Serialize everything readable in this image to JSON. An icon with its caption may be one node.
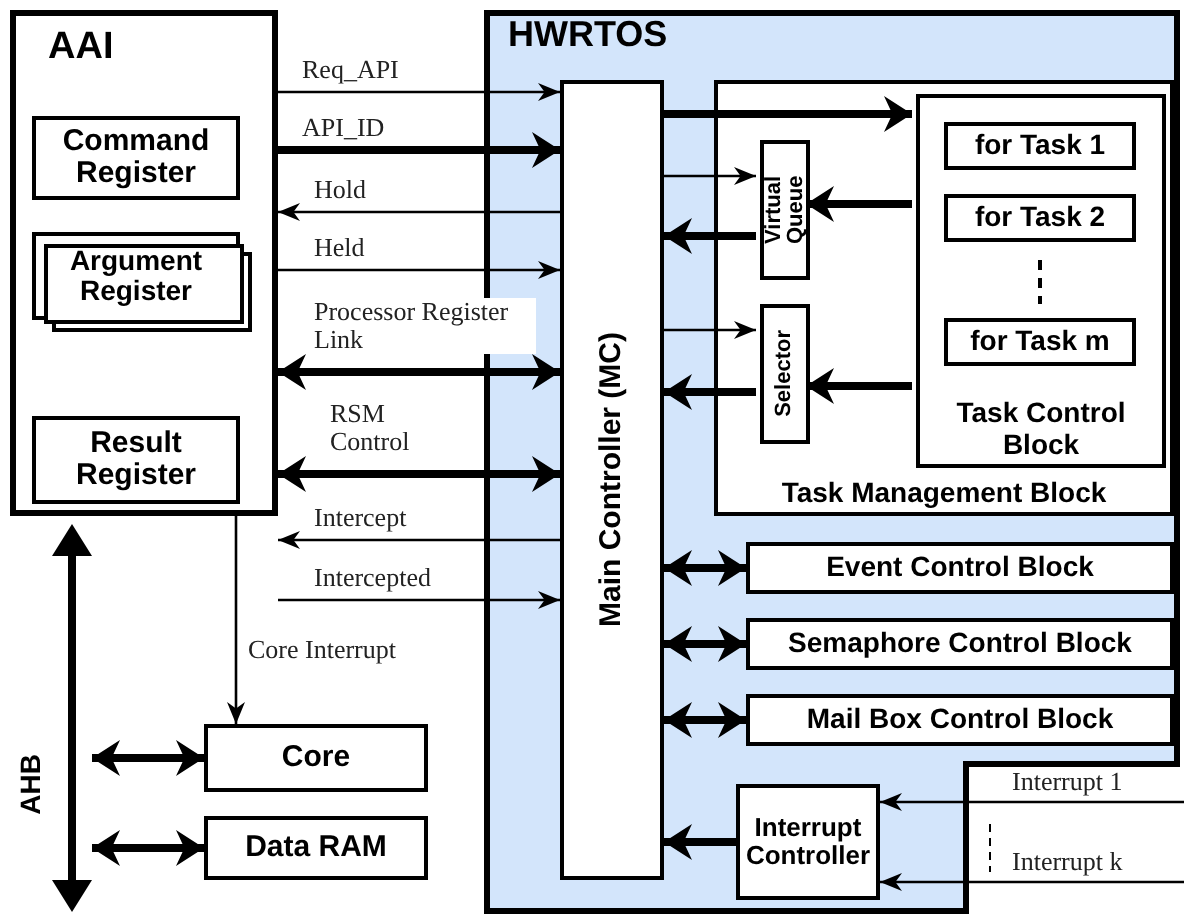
{
  "diagram": {
    "nodes": [
      {
        "text": [
          "AAI"
        ]
      },
      {
        "text": [
          "Command Register"
        ],
        "in": 0
      },
      {
        "text": [
          "Argument Register"
        ],
        "in": 0
      },
      {
        "text": [
          "Result Register"
        ],
        "in": 0
      },
      {
        "text": [
          "HWRTOS"
        ]
      },
      {
        "text": [
          "Main Controller (MC)"
        ],
        "in": 4
      },
      {
        "text": [
          "Task Management Block"
        ],
        "in": 4
      },
      {
        "text": [
          "Virtual Queue"
        ],
        "in": 6
      },
      {
        "text": [
          "Selector"
        ],
        "in": 6
      },
      {
        "text": [
          "Task Control Block"
        ],
        "in": 6
      },
      {
        "text": [
          "for Task 1"
        ],
        "in": 9
      },
      {
        "text": [
          "for Task 2"
        ],
        "in": 9
      },
      {
        "text": [
          "for Task m"
        ],
        "in": 9
      },
      {
        "text": [
          "Event Control Block"
        ],
        "in": 4
      },
      {
        "text": [
          "Semaphore Control Block"
        ],
        "in": 4
      },
      {
        "text": [
          "Mail Box Control Block"
        ],
        "in": 4
      },
      {
        "text": [
          "Interrupt Controller"
        ],
        "in": 4
      },
      {
        "text": [
          "Core"
        ]
      },
      {
        "text": [
          "Data RAM"
        ]
      },
      {
        "text": [
          "AHB"
        ]
      }
    ],
    "edges": [
      {
        "from": 0,
        "to": 5,
        "arrow": "to",
        "label": "Req_API"
      },
      {
        "from": 0,
        "to": 5,
        "arrow": "to",
        "label": "API_ID"
      },
      {
        "from": 5,
        "to": 0,
        "arrow": "to",
        "label": "Hold"
      },
      {
        "from": 0,
        "to": 5,
        "arrow": "to",
        "label": "Held"
      },
      {
        "from": 0,
        "to": 5,
        "arrow": "both",
        "label": "Processor Register Link"
      },
      {
        "from": 0,
        "to": 5,
        "arrow": "both",
        "label": "RSM Control"
      },
      {
        "from": 5,
        "to": 0,
        "arrow": "to",
        "label": "Intercept"
      },
      {
        "from": 0,
        "to": 5,
        "arrow": "to",
        "label": "Intercepted"
      },
      {
        "from": 0,
        "to": 17,
        "arrow": "to",
        "label": "Core Interrupt"
      },
      {
        "from": 5,
        "to": 9,
        "arrow": "to"
      },
      {
        "from": 5,
        "to": 7,
        "arrow": "to"
      },
      {
        "from": 9,
        "to": 7,
        "arrow": "to"
      },
      {
        "from": 7,
        "to": 5,
        "arrow": "to"
      },
      {
        "from": 5,
        "to": 8,
        "arrow": "to"
      },
      {
        "from": 9,
        "to": 8,
        "arrow": "to"
      },
      {
        "from": 8,
        "to": 5,
        "arrow": "to"
      },
      {
        "from": 5,
        "to": 13,
        "arrow": "both"
      },
      {
        "from": 5,
        "to": 14,
        "arrow": "both"
      },
      {
        "from": 5,
        "to": 15,
        "arrow": "both"
      },
      {
        "from": 16,
        "to": 5,
        "arrow": "to"
      },
      {
        "from": null,
        "to": 16,
        "arrow": "to",
        "label": "Interrupt 1"
      },
      {
        "from": null,
        "to": 16,
        "arrow": "to",
        "label": "Interrupt k"
      },
      {
        "from": 19,
        "to": 17,
        "arrow": "both"
      },
      {
        "from": 19,
        "to": 18,
        "arrow": "both"
      }
    ]
  }
}
